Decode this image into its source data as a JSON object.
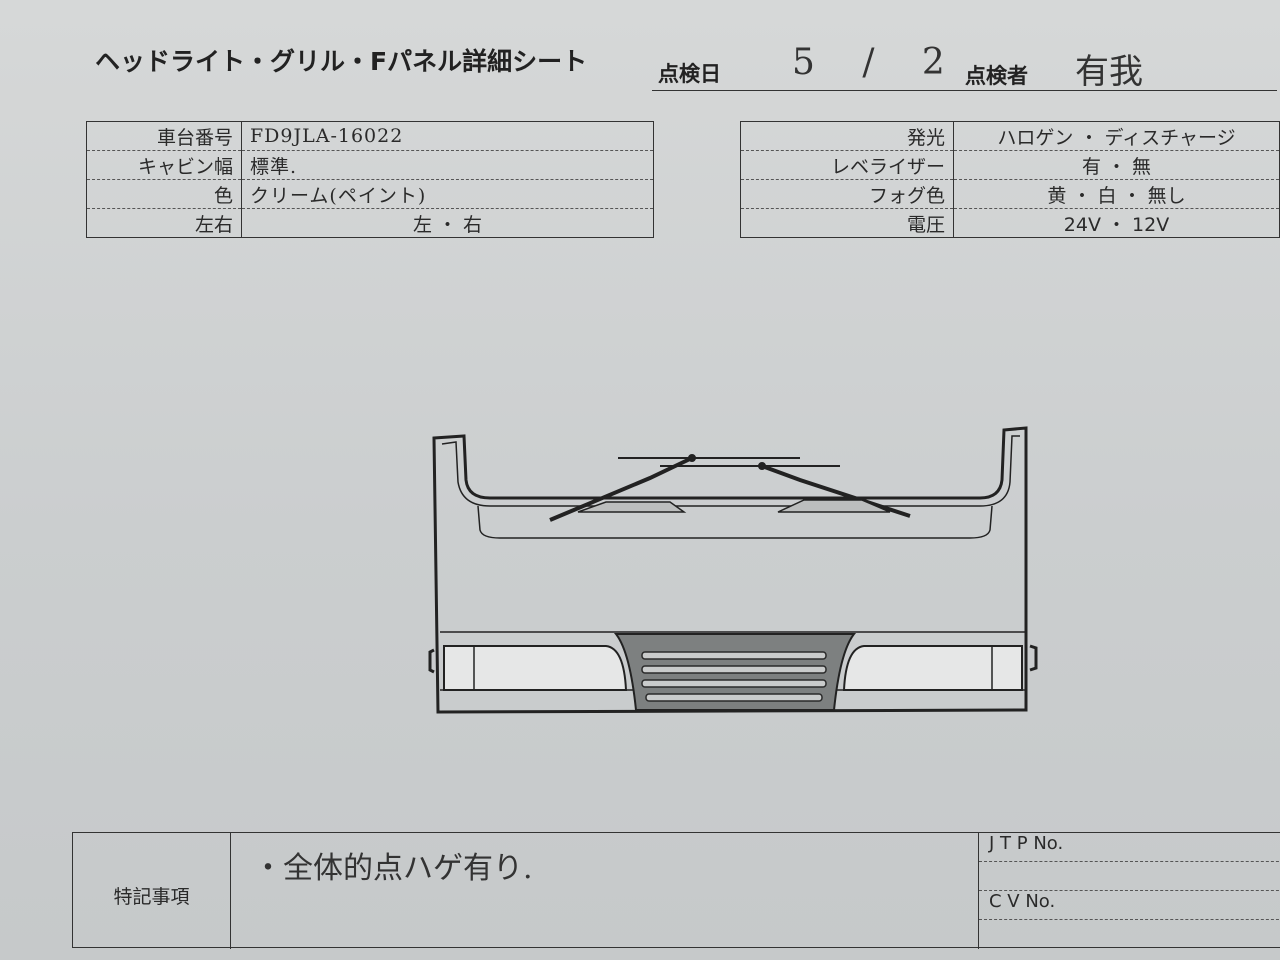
{
  "header": {
    "title": "ヘッドライト・グリル・Fパネル詳細シート",
    "date_label": "点検日",
    "date_value": "5 / 2",
    "inspector_label": "点検者",
    "inspector_value": "有我"
  },
  "vehicle": {
    "rows": [
      {
        "label": "車台番号",
        "value": "FD9JLA-16022"
      },
      {
        "label": "キャビン幅",
        "value": "標準."
      },
      {
        "label": "色",
        "value": "クリーム(ペイント)"
      },
      {
        "label": "左右",
        "value": "左 ・ 右"
      }
    ]
  },
  "lights": {
    "rows": [
      {
        "label": "発光",
        "value": "ハロゲン ・ ディスチャージ"
      },
      {
        "label": "レベライザー",
        "value": "有 ・ 無"
      },
      {
        "label": "フォグ色",
        "value": "黄 ・ 白 ・ 無し"
      },
      {
        "label": "電圧",
        "value": "24V ・ 12V"
      }
    ]
  },
  "notes": {
    "label": "特記事項",
    "text": "・全体的点ハゲ有り.",
    "jtp_label": "J T P No.",
    "cv_label": "C V No."
  }
}
